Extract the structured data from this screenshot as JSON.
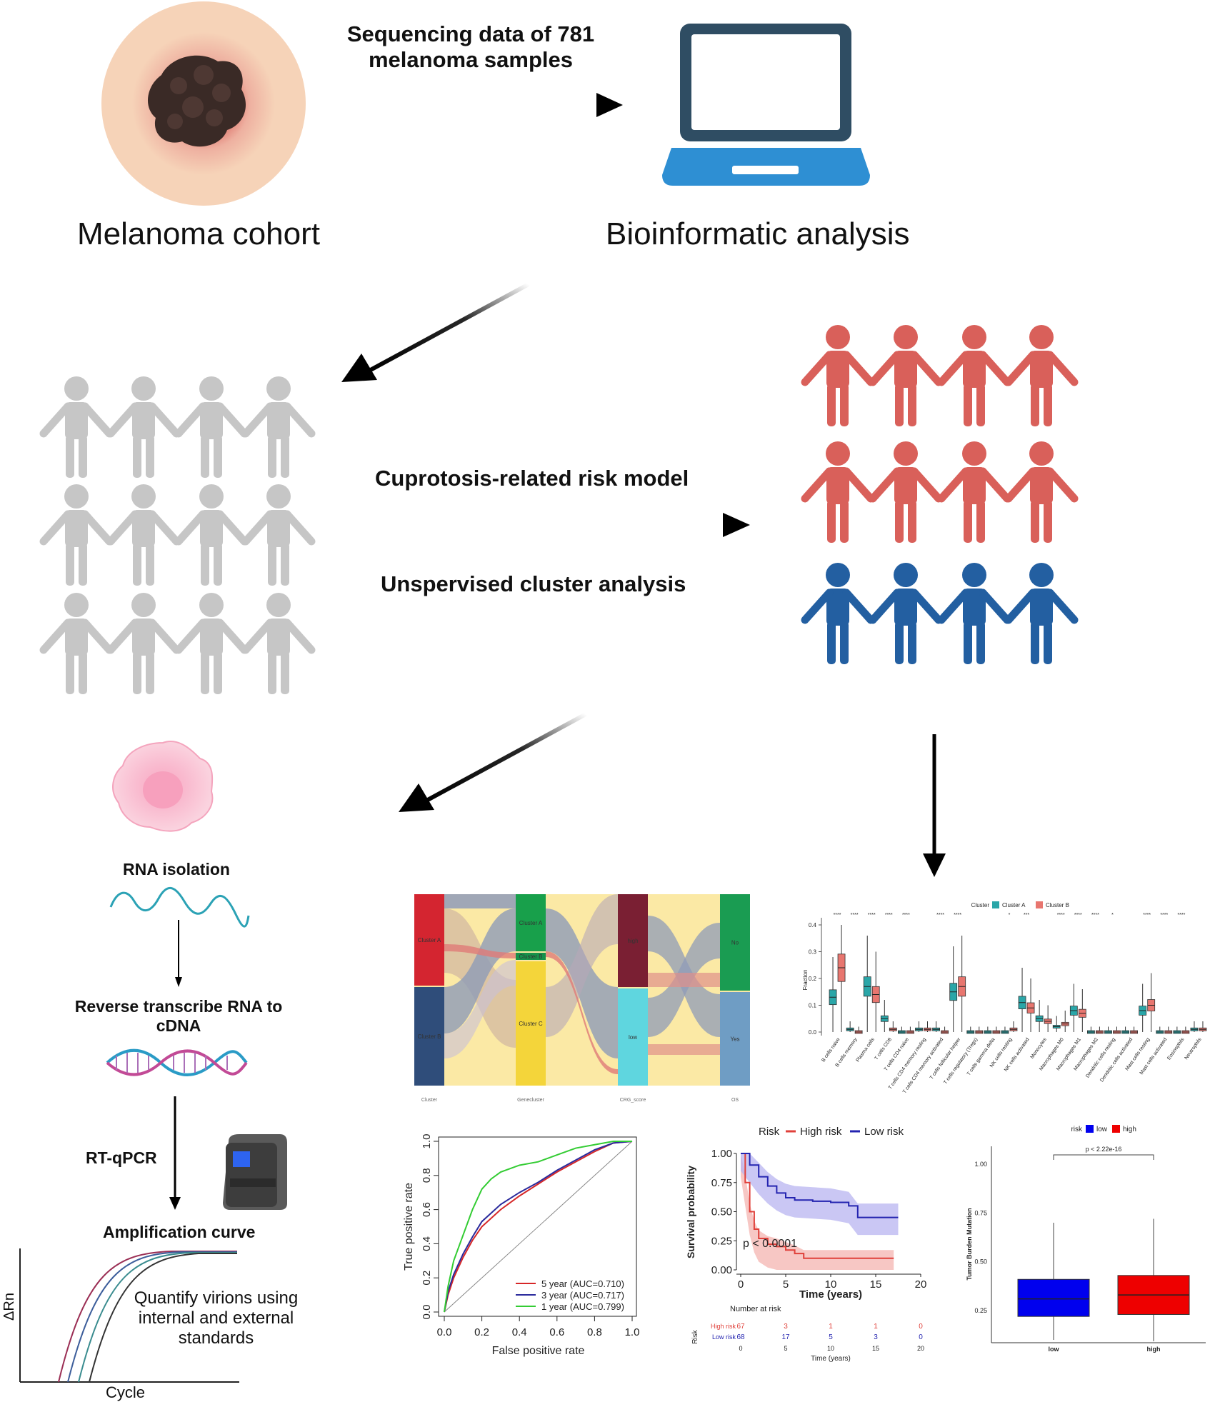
{
  "top": {
    "sequencing_label": "Sequencing data of 781 melanoma samples",
    "sequencing_line1": "Sequencing data of 781",
    "sequencing_line2": "melanoma samples",
    "cohort_label": "Melanoma cohort",
    "analysis_label": "Bioinformatic analysis"
  },
  "middle": {
    "risk_model_label": "Cuprotosis-related risk model",
    "cluster_label": "Unspervised cluster analysis"
  },
  "workflow": {
    "rna_isolation": "RNA isolation",
    "reverse_line1": "Reverse transcribe RNA to",
    "reverse_line2": "cDNA",
    "rtqpcr": "RT-qPCR",
    "amplification": "Amplification curve",
    "quantify_line1": "Quantify virions using",
    "quantify_line2": "internal and external",
    "quantify_line3": "standards",
    "y_axis": "ΔRn",
    "x_axis": "Cycle"
  },
  "colors": {
    "grey_people": "#c6c6c6",
    "red_people": "#d9605a",
    "blue_people": "#235fa1",
    "laptop_dark": "#2f4d63",
    "laptop_blue": "#2e8fd3",
    "skin": "#f6d3b8"
  },
  "chart_data": [
    {
      "type": "alluvial",
      "axes": [
        "Cluster",
        "Genecluster",
        "CRG_score",
        "OS"
      ],
      "nodes": {
        "Cluster": [
          "Cluster A",
          "Cluster B"
        ],
        "Genecluster": [
          "Cluster A",
          "Cluster B",
          "Cluster C"
        ],
        "CRG_score": [
          "high",
          "low"
        ],
        "OS": [
          "No",
          "Yes"
        ]
      }
    },
    {
      "type": "box",
      "legend_title": "Cluster",
      "legend": [
        "Cluster A",
        "Cluster B"
      ],
      "ylabel": "Fraction",
      "ylim": [
        0,
        0.4
      ],
      "yticks": [
        "0.0",
        "0.1",
        "0.2",
        "0.3",
        "0.4"
      ],
      "categories": [
        "B cells naive",
        "B cells memory",
        "Plasma cells",
        "T cells CD8",
        "T cells CD4 naive",
        "T cells CD4 memory resting",
        "T cells CD4 memory activated",
        "T cells follicular helper",
        "T cells regulatory (Tregs)",
        "T cells gamma delta",
        "NK cells resting",
        "NK cells activated",
        "Monocytes",
        "Macrophages M0",
        "Macrophages M1",
        "Macrophages M2",
        "Dendritic cells resting",
        "Dendritic cells activated",
        "Mast cells resting",
        "Mast cells activated",
        "Eosinophils",
        "Neutrophils"
      ],
      "significance": [
        "****",
        "****",
        "****",
        "****",
        "****",
        "",
        "****",
        "****",
        "",
        "",
        "*",
        "***",
        "",
        "****",
        "****",
        "****",
        "*",
        "",
        "****",
        "****",
        "****",
        ""
      ],
      "series": [
        {
          "name": "Cluster A",
          "median": [
            0.13,
            0.01,
            0.17,
            0.05,
            0.0,
            0.01,
            0.01,
            0.15,
            0.0,
            0.0,
            0.0,
            0.11,
            0.05,
            0.02,
            0.08,
            0.0,
            0.0,
            0.0,
            0.08,
            0.0,
            0.0,
            0.01
          ]
        },
        {
          "name": "Cluster B",
          "median": [
            0.24,
            0.0,
            0.14,
            0.01,
            0.0,
            0.01,
            0.0,
            0.17,
            0.0,
            0.0,
            0.01,
            0.09,
            0.04,
            0.03,
            0.07,
            0.0,
            0.0,
            0.0,
            0.1,
            0.0,
            0.0,
            0.01
          ]
        }
      ]
    },
    {
      "type": "line",
      "xlabel": "False positive rate",
      "ylabel": "True positive rate",
      "xlim": [
        0,
        1
      ],
      "ylim": [
        0,
        1
      ],
      "ticks": [
        "0.0",
        "0.2",
        "0.4",
        "0.6",
        "0.8",
        "1.0"
      ],
      "series": [
        {
          "name": "5 year (AUC=0.710)",
          "color": "#d62728",
          "x": [
            0,
            0.02,
            0.05,
            0.1,
            0.15,
            0.2,
            0.3,
            0.4,
            0.5,
            0.6,
            0.7,
            0.8,
            0.9,
            1
          ],
          "y": [
            0,
            0.1,
            0.2,
            0.32,
            0.42,
            0.5,
            0.6,
            0.68,
            0.75,
            0.82,
            0.88,
            0.94,
            0.99,
            1
          ]
        },
        {
          "name": "3 year (AUC=0.717)",
          "color": "#2b2b9c",
          "x": [
            0,
            0.02,
            0.05,
            0.1,
            0.15,
            0.2,
            0.3,
            0.4,
            0.5,
            0.6,
            0.7,
            0.8,
            0.9,
            1
          ],
          "y": [
            0,
            0.12,
            0.22,
            0.34,
            0.44,
            0.53,
            0.63,
            0.7,
            0.76,
            0.83,
            0.89,
            0.95,
            0.99,
            1
          ]
        },
        {
          "name": "1 year (AUC=0.799)",
          "color": "#33cc33",
          "x": [
            0,
            0.02,
            0.05,
            0.1,
            0.15,
            0.2,
            0.25,
            0.3,
            0.4,
            0.5,
            0.6,
            0.7,
            0.8,
            0.9,
            1
          ],
          "y": [
            0,
            0.15,
            0.3,
            0.45,
            0.6,
            0.72,
            0.78,
            0.82,
            0.86,
            0.88,
            0.92,
            0.96,
            0.98,
            1,
            1
          ]
        }
      ]
    },
    {
      "type": "line",
      "legend_title": "Risk",
      "legend": [
        "High risk",
        "Low risk"
      ],
      "xlabel": "Time (years)",
      "ylabel": "Survival probability",
      "xlim": [
        0,
        20
      ],
      "ylim": [
        0,
        1
      ],
      "xticks": [
        "0",
        "5",
        "10",
        "15",
        "20"
      ],
      "yticks": [
        "0.00",
        "0.25",
        "0.50",
        "0.75",
        "1.00"
      ],
      "annotation": "p < 0.0001",
      "series": [
        {
          "name": "High risk",
          "color": "#e0403a",
          "x": [
            0,
            0.5,
            1,
            1.5,
            2,
            3,
            4,
            5,
            6,
            7,
            10,
            15,
            17
          ],
          "y": [
            1,
            0.75,
            0.5,
            0.35,
            0.27,
            0.22,
            0.2,
            0.17,
            0.14,
            0.1,
            0.1,
            0.1,
            0.1
          ]
        },
        {
          "name": "Low risk",
          "color": "#2424b0",
          "x": [
            0,
            1,
            2,
            3,
            4,
            5,
            6,
            8,
            10,
            12,
            13,
            15,
            17.5
          ],
          "y": [
            1,
            0.9,
            0.8,
            0.72,
            0.66,
            0.62,
            0.6,
            0.59,
            0.58,
            0.55,
            0.45,
            0.45,
            0.45
          ]
        }
      ],
      "risk_table": {
        "title": "Number at risk",
        "ylabel": "Risk",
        "xlabel": "Time (years)",
        "rows": [
          {
            "label": "High risk",
            "values": [
              "67",
              "3",
              "1",
              "1",
              "0"
            ]
          },
          {
            "label": "Low risk",
            "values": [
              "68",
              "17",
              "5",
              "3",
              "0"
            ]
          }
        ],
        "ticks": [
          "0",
          "5",
          "10",
          "15",
          "20"
        ]
      }
    },
    {
      "type": "box",
      "legend_title": "risk",
      "legend": [
        "low",
        "high"
      ],
      "categories": [
        "low",
        "high"
      ],
      "ylabel": "Tumor Burden Mutation",
      "yticks": [
        "0.25",
        "0.50",
        "0.75",
        "1.00"
      ],
      "annotation": "p < 2.22e-16",
      "series": [
        {
          "name": "low",
          "color": "#0000ee",
          "q1": 0.22,
          "median": 0.31,
          "q3": 0.41,
          "min": 0.1,
          "max": 0.7
        },
        {
          "name": "high",
          "color": "#ee0000",
          "q1": 0.23,
          "median": 0.33,
          "q3": 0.43,
          "min": 0.08,
          "max": 0.72
        }
      ]
    }
  ]
}
